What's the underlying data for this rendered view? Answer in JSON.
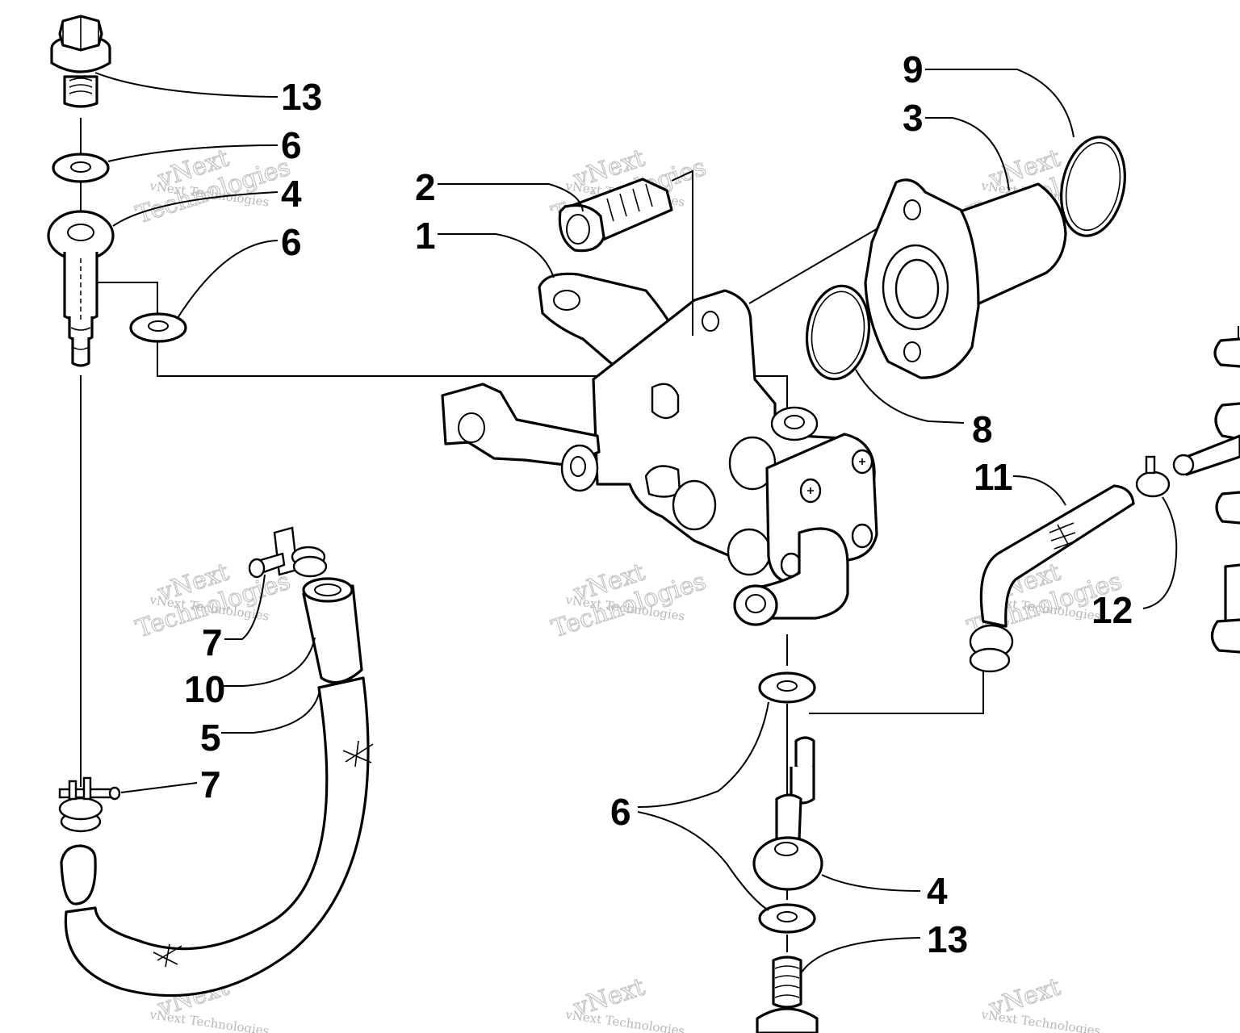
{
  "callouts": [
    {
      "id": "c13a",
      "label": "13"
    },
    {
      "id": "c6a",
      "label": "6"
    },
    {
      "id": "c4a",
      "label": "4"
    },
    {
      "id": "c6b",
      "label": "6"
    },
    {
      "id": "c2",
      "label": "2"
    },
    {
      "id": "c1",
      "label": "1"
    },
    {
      "id": "c9",
      "label": "9"
    },
    {
      "id": "c3",
      "label": "3"
    },
    {
      "id": "c8",
      "label": "8"
    },
    {
      "id": "c11",
      "label": "11"
    },
    {
      "id": "c12",
      "label": "12"
    },
    {
      "id": "c7a",
      "label": "7"
    },
    {
      "id": "c10",
      "label": "10"
    },
    {
      "id": "c5",
      "label": "5"
    },
    {
      "id": "c7b",
      "label": "7"
    },
    {
      "id": "c6c",
      "label": "6"
    },
    {
      "id": "c4b",
      "label": "4"
    },
    {
      "id": "c13b",
      "label": "13"
    }
  ],
  "watermark": {
    "small": "vNext Technologies",
    "big_top": "vNext",
    "big_bottom": "Technologies"
  }
}
